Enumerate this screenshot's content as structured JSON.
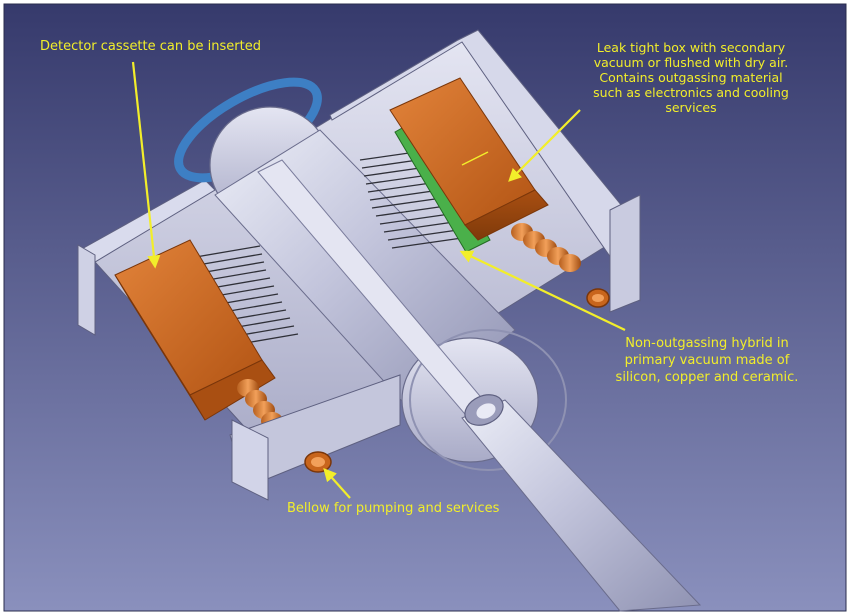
{
  "labels": {
    "cassette": "Detector cassette can be inserted",
    "leak_box": [
      "Leak tight box with secondary",
      "vacuum or flushed with dry air.",
      "Contains outgassing material",
      "such as electronics and cooling",
      "services"
    ],
    "hybrid": [
      "Non-outgassing hybrid in",
      "primary vacuum made of",
      "silicon, copper and ceramic."
    ],
    "bellow": "Bellow for pumping and services"
  },
  "colors": {
    "background_top": "#3b3f72",
    "background_bottom": "#7f86b6",
    "annotation": "#f2ee2a",
    "metal": "#c9cbe0",
    "copper": "#c8651c",
    "hybrid_green": "#4ab04a",
    "flange_blue": "#3d7fc4"
  }
}
